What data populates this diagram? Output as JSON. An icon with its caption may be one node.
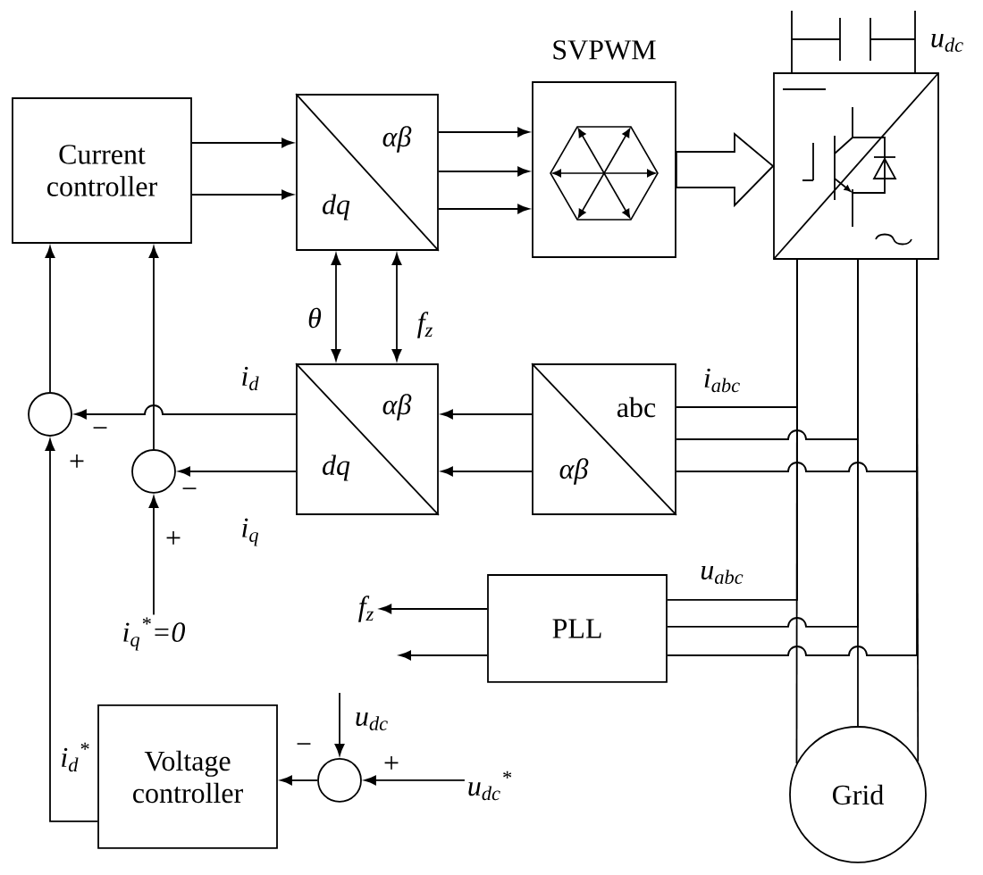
{
  "diagram": {
    "nodes": [
      {
        "text": [
          "Current controller"
        ]
      },
      {
        "text": [
          "αβ",
          "dq"
        ]
      },
      {
        "text": [
          "SVPWM"
        ]
      },
      {
        "text": [],
        "shape": "box"
      },
      {
        "text": [
          "αβ",
          "dq"
        ]
      },
      {
        "text": [
          "abc",
          "αβ"
        ]
      },
      {
        "text": [],
        "shape": "circle"
      },
      {
        "text": [],
        "shape": "circle"
      },
      {
        "text": [
          "PLL"
        ]
      },
      {
        "text": [
          "Voltage controller"
        ]
      },
      {
        "text": [],
        "shape": "circle"
      },
      {
        "text": [
          "Grid"
        ]
      },
      {
        "text": [
          "i$_{q}$$^{*}$=0"
        ]
      },
      {
        "text": [
          "f$_{z}$"
        ]
      },
      {
        "text": [
          "u$_{dc}$$^{*}$"
        ]
      }
    ],
    "edges": [
      {
        "from": 0,
        "to": 1,
        "arrow": "to"
      },
      {
        "from": 0,
        "to": 1,
        "arrow": "to"
      },
      {
        "from": 1,
        "to": 2,
        "arrow": "to"
      },
      {
        "from": 1,
        "to": 2,
        "arrow": "to"
      },
      {
        "from": 1,
        "to": 2,
        "arrow": "to"
      },
      {
        "from": 2,
        "to": 3,
        "arrow": "to"
      },
      {
        "from": 1,
        "to": 4,
        "arrow": "both",
        "label": "θ"
      },
      {
        "from": 1,
        "to": 4,
        "arrow": "both",
        "label": "f$_{z}$"
      },
      {
        "from": 5,
        "to": 4,
        "arrow": "to"
      },
      {
        "from": 5,
        "to": 4,
        "arrow": "to"
      },
      {
        "from": 4,
        "to": 6,
        "arrow": "to",
        "label": "i$_{d}$"
      },
      {
        "from": 4,
        "to": 7,
        "arrow": "to",
        "label": "i$_{q}$"
      },
      {
        "from": 6,
        "to": 0,
        "arrow": "to"
      },
      {
        "from": 7,
        "to": 0,
        "arrow": "to"
      },
      {
        "from": 12,
        "to": 7,
        "arrow": "to"
      },
      {
        "from": 3,
        "to": 11,
        "arrow": "none"
      },
      {
        "from": 3,
        "to": 11,
        "arrow": "none"
      },
      {
        "from": 3,
        "to": 11,
        "arrow": "none"
      },
      {
        "from": 3,
        "to": 5,
        "arrow": "none",
        "label": "i$_{abc}$"
      },
      {
        "from": 3,
        "to": 5,
        "arrow": "none"
      },
      {
        "from": 3,
        "to": 5,
        "arrow": "none"
      },
      {
        "from": 3,
        "to": 8,
        "arrow": "none",
        "label": "u$_{abc}$"
      },
      {
        "from": 3,
        "to": 8,
        "arrow": "none"
      },
      {
        "from": 3,
        "to": 8,
        "arrow": "none"
      },
      {
        "from": 8,
        "to": 13,
        "arrow": "to"
      },
      {
        "from": 8,
        "to": null,
        "arrow": "to"
      },
      {
        "from": 14,
        "to": 10,
        "arrow": "to"
      },
      {
        "from": null,
        "to": 10,
        "arrow": "to",
        "label": "u$_{dc}$"
      },
      {
        "from": 10,
        "to": 9,
        "arrow": "to"
      },
      {
        "from": 9,
        "to": 6,
        "arrow": "to",
        "label": "i$_{d}$$^{*}$"
      }
    ],
    "labels": [
      "u$_{dc}$",
      "−",
      "+",
      "−",
      "+",
      "−",
      "+"
    ]
  }
}
